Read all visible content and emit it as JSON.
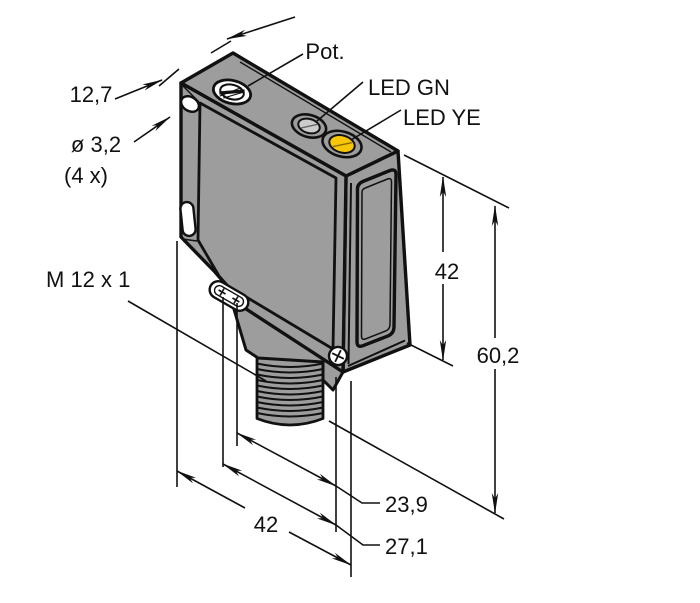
{
  "drawing": {
    "type": "technical dimensional drawing",
    "subject": "Photoelectric sensor housing with M12 threaded connector",
    "units": "mm",
    "colors": {
      "background": "#ffffff",
      "outline": "#111111",
      "body": "#9d9d9d",
      "led_yellow": "#f7c606",
      "led_green_lens": "#cccccc",
      "hole_white": "#ffffff"
    },
    "callouts": {
      "potentiometer": "Pot.",
      "led_green": "LED GN",
      "led_yellow": "LED YE",
      "connector_thread": "M 12 x 1",
      "mounting_hole_diameter": "ø 3,2",
      "mounting_hole_count": "(4 x)"
    },
    "dimensions": {
      "housing_depth": "12,7",
      "housing_height": "42",
      "overall_height": "60,2",
      "connector_offset_front": "23,9",
      "connector_offset_rear": "27,1",
      "housing_width": "42"
    }
  }
}
